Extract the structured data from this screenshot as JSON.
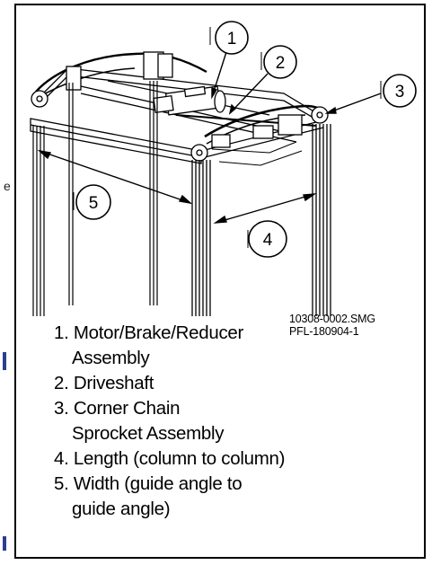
{
  "callouts": [
    "1",
    "2",
    "3",
    "4",
    "5"
  ],
  "ref_code": [
    "10308-0002.SMG",
    "PFL-180904-1"
  ],
  "legend": [
    {
      "lines": [
        "1. Motor/Brake/Reducer",
        "Assembly"
      ]
    },
    {
      "lines": [
        "2. Driveshaft"
      ]
    },
    {
      "lines": [
        "3. Corner Chain",
        "Sprocket Assembly"
      ]
    },
    {
      "lines": [
        "4. Length (column to column)"
      ]
    },
    {
      "lines": [
        "5. Width (guide angle to",
        "guide angle)"
      ]
    }
  ],
  "edge_fragment": "e",
  "colors": {
    "line": "#000000",
    "accent": "#2b3f8f"
  }
}
